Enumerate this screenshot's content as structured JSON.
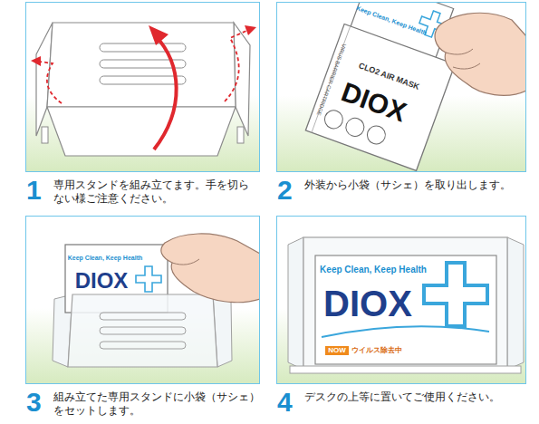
{
  "diagram": {
    "nodes": [
      {
        "text": [
          "1",
          "専用スタンドを組み立てます。手を切ら ない様ご注意ください。"
        ]
      },
      {
        "text": [
          "2",
          "外装から小袋（サシェ）を取り出します。"
        ]
      },
      {
        "text": [
          "3",
          "組み立てた専用スタンドに小袋（サシェ） をセットします。"
        ]
      },
      {
        "text": [
          "4",
          "デスクの上等に置いてご使用ください。"
        ]
      }
    ],
    "labels": [
      "VIRUS BARRIER CARTRIDGE",
      "Keep Clean, Keep Health",
      "CLO2 AIR MASK",
      "DIOX",
      "Keep Clean, Keep Health",
      "DIOX",
      "Keep Clean, Keep Health",
      "DIOX",
      "NOW",
      "ウイルス除去中"
    ]
  }
}
